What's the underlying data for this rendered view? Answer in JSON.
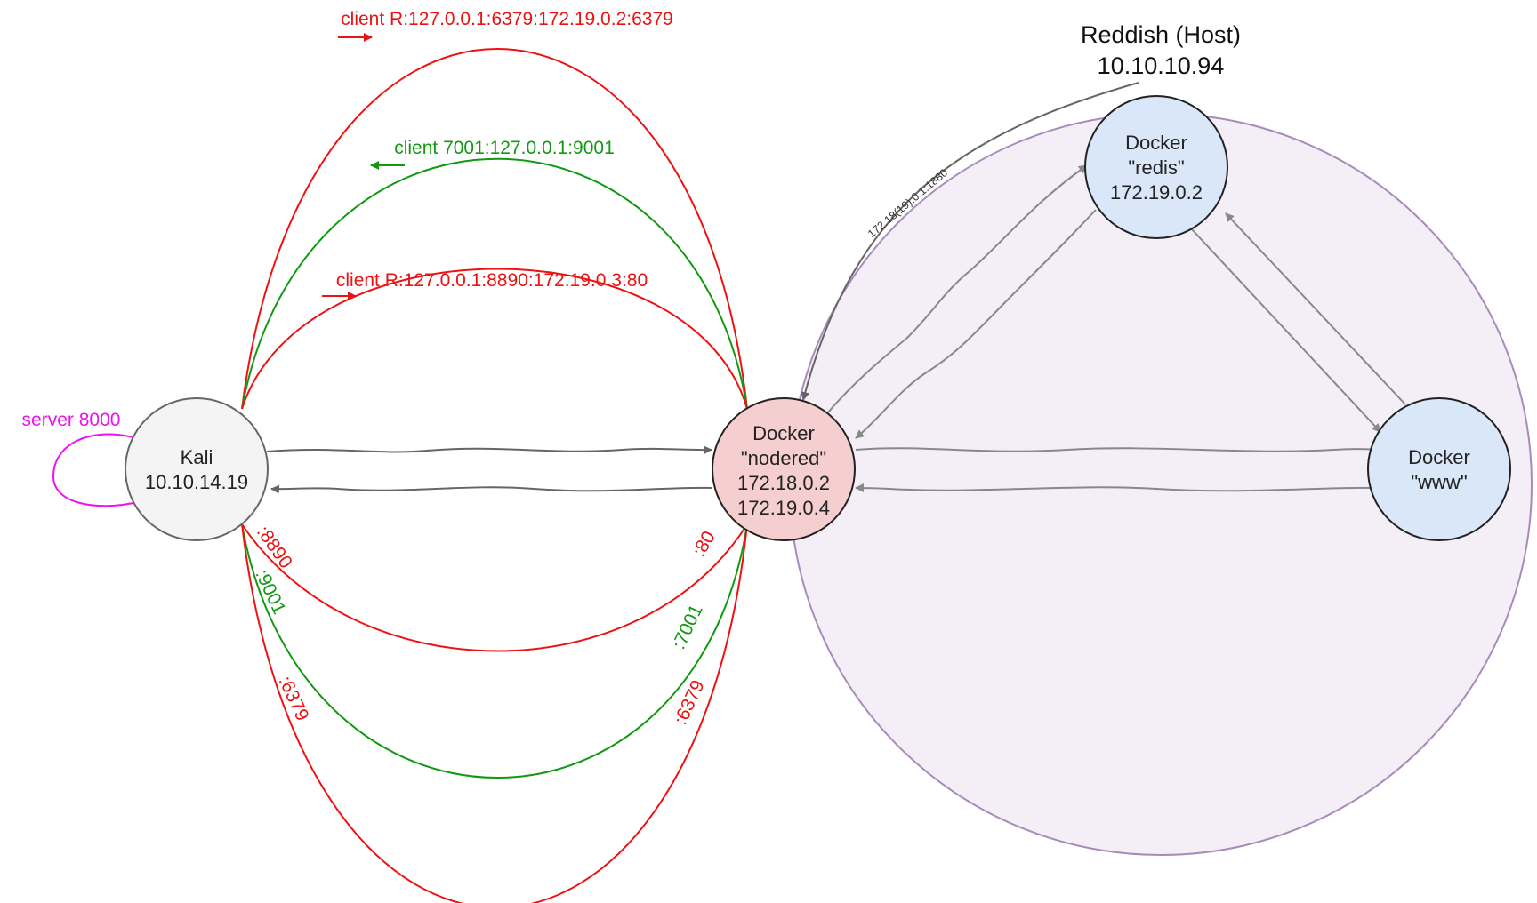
{
  "host": {
    "line1": "Reddish (Host)",
    "line2": "10.10.10.94",
    "fill": "#f4eef6",
    "stroke": "#a88bbb"
  },
  "nodes": {
    "kali": {
      "line1": "Kali",
      "line2": "10.10.14.19",
      "fill": "#f4f4f4",
      "stroke": "#666666"
    },
    "nodered": {
      "line1": "Docker",
      "line2": "\"nodered\"",
      "line3": "172.18.0.2",
      "line4": "172.19.0.4",
      "fill": "#f5cfcf",
      "stroke": "#222222"
    },
    "redis": {
      "line1": "Docker",
      "line2": "\"redis\"",
      "line3": "172.19.0.2",
      "fill": "#d9e7f8",
      "stroke": "#222222"
    },
    "www": {
      "line1": "Docker",
      "line2": "\"www\"",
      "fill": "#d9e7f8",
      "stroke": "#222222"
    }
  },
  "tunnels": {
    "server_label": "server 8000",
    "client_6379": "client R:127.0.0.1:6379:172.19.0.2:6379",
    "client_9001": "client 7001:127.0.0.1:9001",
    "client_8890": "client R:127.0.0.1:8890:172.19.0.3:80",
    "direction_6379": "right",
    "direction_9001": "left",
    "direction_8890": "right"
  },
  "ports": {
    "kali_8890": ":8890",
    "kali_9001": ":9001",
    "kali_6379": ":6379",
    "nodered_80": ":80",
    "nodered_7001": ":7001",
    "nodered_6379": ":6379"
  },
  "host_edge_label": "172.18(19).0.1:1880",
  "colors": {
    "red": "#ee1111",
    "green": "#119911",
    "magenta": "#ee11ee",
    "gray_dark": "#666666",
    "gray_light": "#888888"
  }
}
